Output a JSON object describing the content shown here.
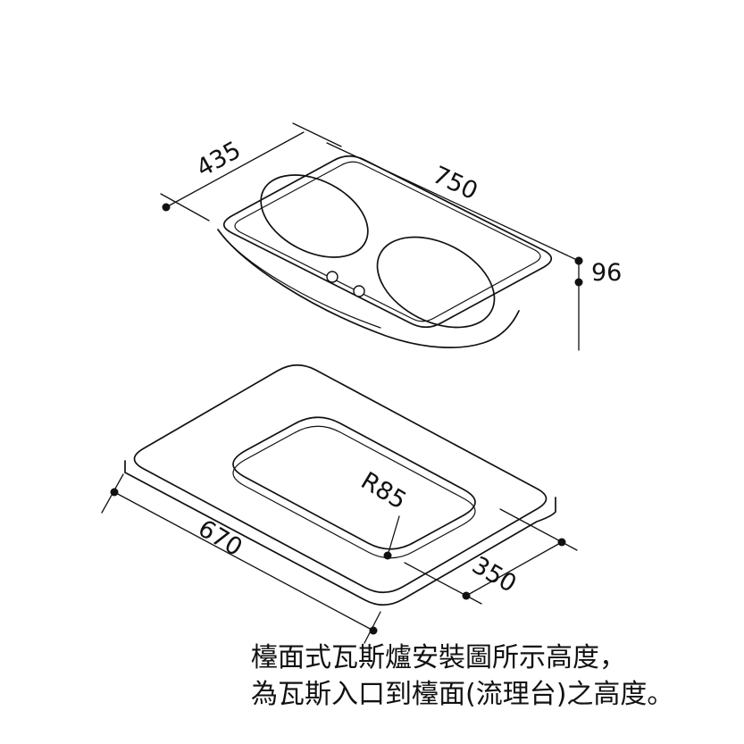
{
  "title": "countertop-gas-stove-installation-diagram",
  "stove": {
    "width_label": "750",
    "depth_label": "435",
    "height_label": "96"
  },
  "countertop": {
    "length_label": "670",
    "cutout_width_label": "350",
    "corner_radius_label": "R85"
  },
  "caption": {
    "line1": "檯面式瓦斯爐安裝圖所示高度，",
    "line2": "為瓦斯入口到檯面(流理台)之高度。"
  },
  "colors": {
    "line": "#111111",
    "background": "#ffffff"
  }
}
